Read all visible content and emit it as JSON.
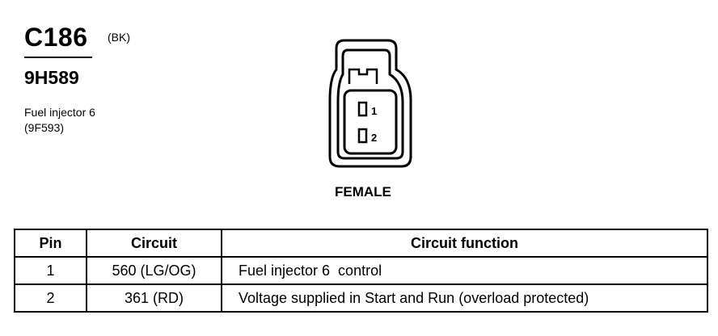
{
  "connector": {
    "id": "C186",
    "color_code": "(BK)",
    "part_number": "9H589",
    "component_name": "Fuel injector 6",
    "component_ref": "(9F593)",
    "gender": "FEMALE",
    "pin_labels": [
      "1",
      "2"
    ]
  },
  "table": {
    "headers": [
      "Pin",
      "Circuit",
      "Circuit function"
    ],
    "rows": [
      {
        "pin": "1",
        "circuit": "560 (LG/OG)",
        "function": "Fuel injector 6  control"
      },
      {
        "pin": "2",
        "circuit": "361 (RD)",
        "function": "Voltage supplied in Start and Run (overload protected)"
      }
    ]
  }
}
